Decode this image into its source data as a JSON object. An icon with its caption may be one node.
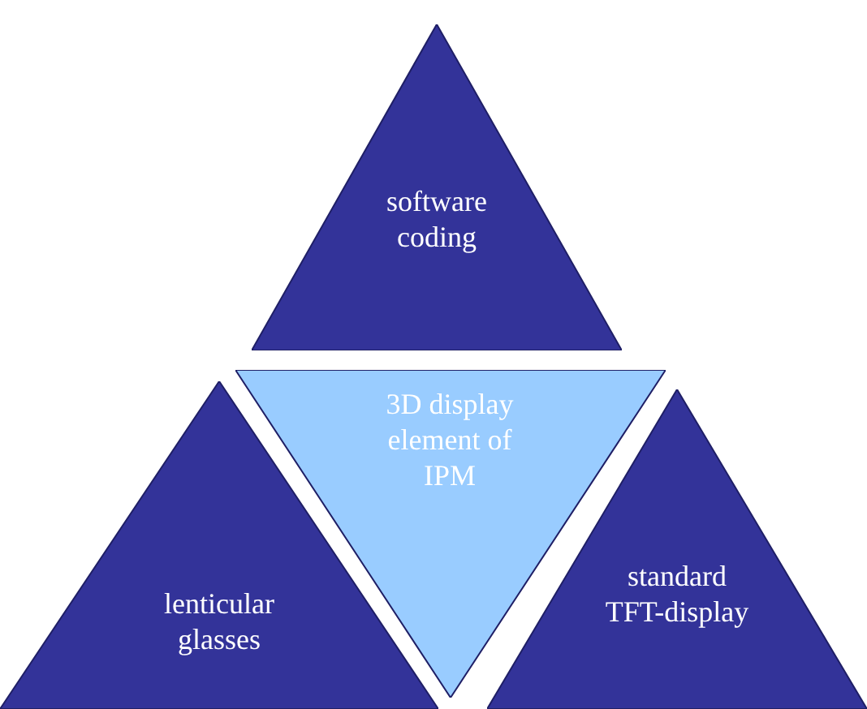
{
  "diagram": {
    "nodes": [
      {
        "text": [
          "software coding"
        ]
      },
      {
        "text": [
          "3D display element of IPM"
        ]
      },
      {
        "text": [
          "lenticular glasses"
        ]
      },
      {
        "text": [
          "standard TFT-display"
        ]
      }
    ]
  }
}
